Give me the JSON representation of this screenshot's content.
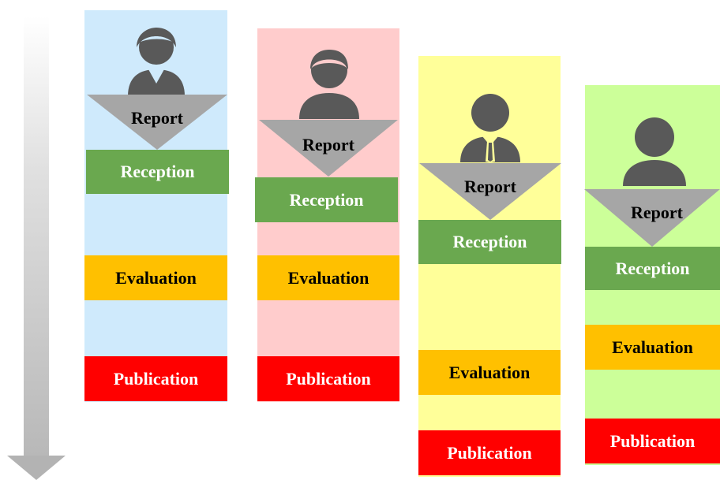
{
  "timeline_arrow": {
    "icon": "down-arrow-icon"
  },
  "colors": {
    "reception": "#6aa84f",
    "evaluation": "#ffc000",
    "publication": "#ff0000",
    "report_triangle": "#a6a6a6",
    "person": "#595959"
  },
  "columns": [
    {
      "background": "#cfeafc",
      "person_icon": "woman-icon",
      "report": "Report",
      "reception": "Reception",
      "evaluation": "Evaluation",
      "publication": "Publication"
    },
    {
      "background": "#ffcccc",
      "person_icon": "man-icon",
      "report": "Report",
      "reception": "Reception",
      "evaluation": "Evaluation",
      "publication": "Publication"
    },
    {
      "background": "#ffff99",
      "person_icon": "businessman-icon",
      "report": "Report",
      "reception": "Reception",
      "evaluation": "Evaluation",
      "publication": "Publication"
    },
    {
      "background": "#ccff99",
      "person_icon": "person-icon",
      "report": "Report",
      "reception": "Reception",
      "evaluation": "Evaluation",
      "publication": "Publication"
    }
  ]
}
